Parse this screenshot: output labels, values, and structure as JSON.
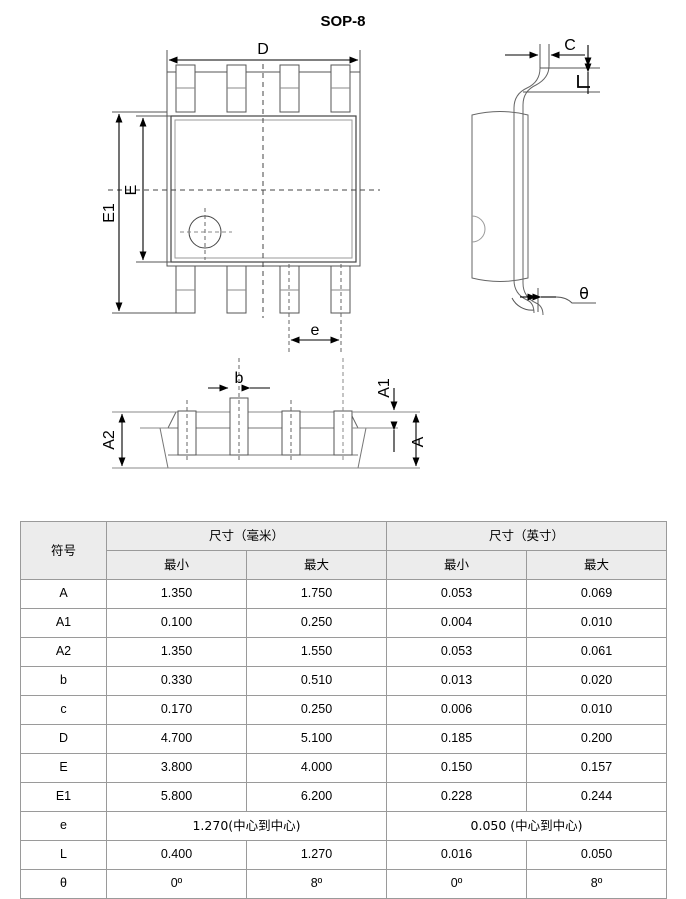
{
  "title": "SOP-8",
  "drawing": {
    "labels": {
      "D": "D",
      "E": "E",
      "E1": "E1",
      "e": "e",
      "b": "b",
      "A": "A",
      "A1": "A1",
      "A2": "A2",
      "C": "C",
      "L": "L",
      "theta": "θ"
    },
    "views": {
      "top": "top-view",
      "side": "side-view",
      "front": "front-view"
    }
  },
  "table": {
    "columns": {
      "symbol": "符号",
      "mm_group": "尺寸（毫米）",
      "inch_group": "尺寸（英寸）",
      "min": "最小",
      "max": "最大"
    },
    "rows": [
      {
        "symbol": "A",
        "mm_min": "1.350",
        "mm_max": "1.750",
        "in_min": "0.053",
        "in_max": "0.069"
      },
      {
        "symbol": "A1",
        "mm_min": "0.100",
        "mm_max": "0.250",
        "in_min": "0.004",
        "in_max": "0.010"
      },
      {
        "symbol": "A2",
        "mm_min": "1.350",
        "mm_max": "1.550",
        "in_min": "0.053",
        "in_max": "0.061"
      },
      {
        "symbol": "b",
        "mm_min": "0.330",
        "mm_max": "0.510",
        "in_min": "0.013",
        "in_max": "0.020"
      },
      {
        "symbol": "c",
        "mm_min": "0.170",
        "mm_max": "0.250",
        "in_min": "0.006",
        "in_max": "0.010"
      },
      {
        "symbol": "D",
        "mm_min": "4.700",
        "mm_max": "5.100",
        "in_min": "0.185",
        "in_max": "0.200"
      },
      {
        "symbol": "E",
        "mm_min": "3.800",
        "mm_max": "4.000",
        "in_min": "0.150",
        "in_max": "0.157"
      },
      {
        "symbol": "E1",
        "mm_min": "5.800",
        "mm_max": "6.200",
        "in_min": "0.228",
        "in_max": "0.244"
      },
      {
        "symbol": "e",
        "mm_span": "1.270(中心到中心)",
        "in_span": "0.050 (中心到中心)",
        "spanned": true
      },
      {
        "symbol": "L",
        "mm_min": "0.400",
        "mm_max": "1.270",
        "in_min": "0.016",
        "in_max": "0.050"
      },
      {
        "symbol": "θ",
        "mm_min": "0º",
        "mm_max": "8º",
        "in_min": "0º",
        "in_max": "8º"
      }
    ]
  },
  "colors": {
    "line": "#000000",
    "thin_line": "#555555",
    "gray_line": "#8a8a8a",
    "header_bg": "#ececec",
    "border": "#9a9a9a"
  }
}
